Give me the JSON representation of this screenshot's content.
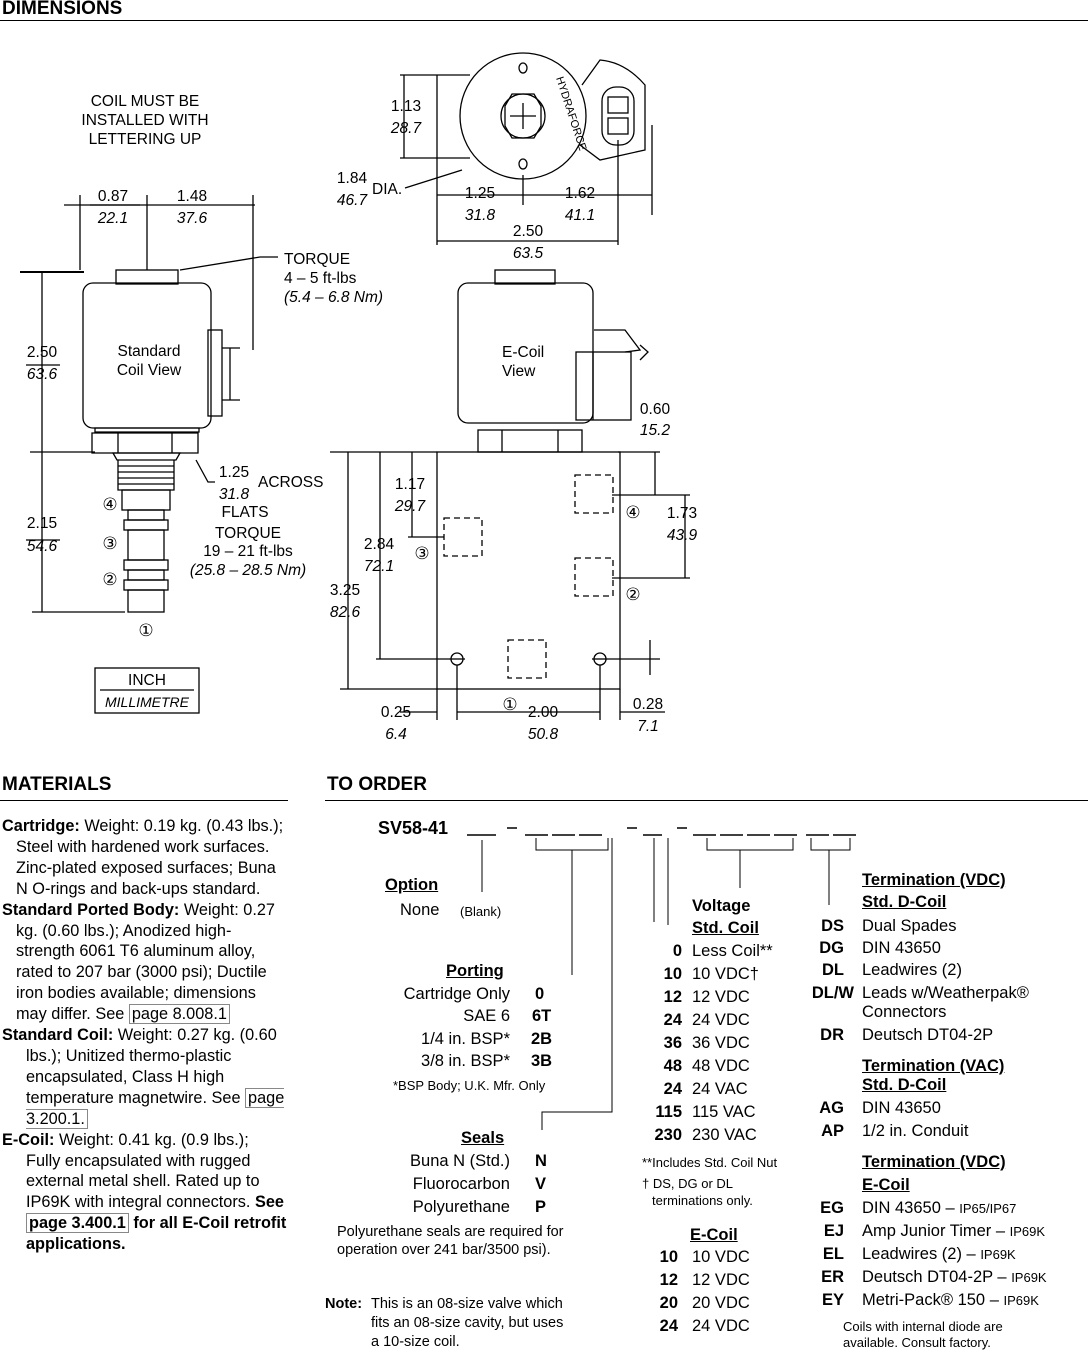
{
  "headers": {
    "dimensions": "DIMENSIONS",
    "materials": "MATERIALS",
    "to_order": "TO ORDER"
  },
  "drawing": {
    "coil_note": [
      "COIL MUST BE",
      "INSTALLED WITH",
      "LETTERING UP"
    ],
    "unit_inch": "INCH",
    "unit_mm": "MILLIMETRE",
    "std_view": [
      "Standard",
      "Coil View"
    ],
    "ecoil_view": [
      "E-Coil",
      "View"
    ],
    "torque_top": {
      "label": "TORQUE",
      "value": "4 – 5 ft-lbs",
      "metric": "(5.4 – 6.8 Nm)"
    },
    "across_flats": {
      "inch": "1.25",
      "mm": "31.8",
      "label1": "ACROSS",
      "label2": "FLATS"
    },
    "torque_bottom": {
      "label": "TORQUE",
      "value": "19 – 21 ft-lbs",
      "metric": "(25.8 – 28.5 Nm)"
    },
    "dia_label": "DIA.",
    "brand": "HYDRAFORCE",
    "ports": [
      "①",
      "②",
      "③",
      "④"
    ],
    "dims": {
      "d113": {
        "inch": "1.13",
        "mm": "28.7"
      },
      "d184": {
        "inch": "1.84",
        "mm": "46.7"
      },
      "d125": {
        "inch": "1.25",
        "mm": "31.8"
      },
      "d162": {
        "inch": "1.62",
        "mm": "41.1"
      },
      "d250top": {
        "inch": "2.50",
        "mm": "63.5"
      },
      "d087": {
        "inch": "0.87",
        "mm": "22.1"
      },
      "d148": {
        "inch": "1.48",
        "mm": "37.6"
      },
      "d250left": {
        "inch": "2.50",
        "mm": "63.6"
      },
      "d215": {
        "inch": "2.15",
        "mm": "54.6"
      },
      "d060": {
        "inch": "0.60",
        "mm": "15.2"
      },
      "d117": {
        "inch": "1.17",
        "mm": "29.7"
      },
      "d284": {
        "inch": "2.84",
        "mm": "72.1"
      },
      "d325": {
        "inch": "3.25",
        "mm": "82.6"
      },
      "d173": {
        "inch": "1.73",
        "mm": "43.9"
      },
      "d025": {
        "inch": "0.25",
        "mm": "6.4"
      },
      "d200": {
        "inch": "2.00",
        "mm": "50.8"
      },
      "d028": {
        "inch": "0.28",
        "mm": "7.1"
      }
    }
  },
  "materials": {
    "cartridge_label": "Cartridge:",
    "cartridge_text": "Weight: 0.19 kg. (0.43 lbs.); Steel with hardened work surfaces. Zinc-plated exposed surfaces; Buna N O-rings and back-ups standard.",
    "body_label": "Standard Ported Body:",
    "body_text": "Weight: 0.27 kg. (0.60 lbs.); Anodized high-strength 6061 T6 aluminum alloy, rated to 207 bar (3000 psi); Ductile iron bodies available; dimensions may differ.",
    "body_see": "See",
    "body_ref": "page 8.008.1",
    "coil_label": "Standard Coil:",
    "coil_text": "Weight: 0.27 kg. (0.60 lbs.); Unitized thermo-plastic encapsulated, Class H high temperature magnetwire.",
    "coil_see": "See",
    "coil_ref": "page 3.200.1.",
    "ecoil_label": "E-Coil:",
    "ecoil_text": "Weight: 0.41 kg. (0.9 lbs.); Fully encapsulated with rugged external metal shell. Rated up to IP69K with integral connectors.",
    "ecoil_see": "See",
    "ecoil_ref": "page 3.400.1",
    "ecoil_tail": "for all E-Coil retrofit applications."
  },
  "order": {
    "model": "SV58-41",
    "option": {
      "title": "Option",
      "none": "None",
      "blank": "(Blank)"
    },
    "porting": {
      "title": "Porting",
      "rows": [
        {
          "label": "Cartridge Only",
          "code": "0"
        },
        {
          "label": "SAE 6",
          "code": "6T"
        },
        {
          "label": "1/4 in. BSP*",
          "code": "2B"
        },
        {
          "label": "3/8 in. BSP*",
          "code": "3B"
        }
      ],
      "note": "*BSP Body; U.K. Mfr. Only"
    },
    "seals": {
      "title": "Seals",
      "rows": [
        {
          "label": "Buna N (Std.)",
          "code": "N"
        },
        {
          "label": "Fluorocarbon",
          "code": "V"
        },
        {
          "label": "Polyurethane",
          "code": "P"
        }
      ],
      "note1": "Polyurethane seals are required for",
      "note2": "operation over 241 bar/3500 psi)."
    },
    "note": {
      "label": "Note:",
      "l1": "This is an 08-size valve which",
      "l2": "fits an 08-size cavity, but uses",
      "l3": "a 10-size coil."
    },
    "voltage": {
      "title": "Voltage",
      "std_title": "Std. Coil",
      "std_rows": [
        {
          "code": "0",
          "label": "Less Coil**"
        },
        {
          "code": "10",
          "label": "10 VDC†"
        },
        {
          "code": "12",
          "label": "12 VDC"
        },
        {
          "code": "24",
          "label": "24 VDC"
        },
        {
          "code": "36",
          "label": "36 VDC"
        },
        {
          "code": "48",
          "label": "48 VDC"
        },
        {
          "code": "24",
          "label": "24 VAC"
        },
        {
          "code": "115",
          "label": "115 VAC"
        },
        {
          "code": "230",
          "label": "230 VAC"
        }
      ],
      "note1": "**Includes Std. Coil Nut",
      "note2": "† DS, DG or DL",
      "note3": "terminations only.",
      "ecoil_title": "E-Coil",
      "ecoil_rows": [
        {
          "code": "10",
          "label": "10 VDC"
        },
        {
          "code": "12",
          "label": "12 VDC"
        },
        {
          "code": "20",
          "label": "20 VDC"
        },
        {
          "code": "24",
          "label": "24 VDC"
        }
      ]
    },
    "termination": {
      "vdc_title": "Termination (VDC)",
      "std_title": "Std. D-Coil",
      "vdc_rows": [
        {
          "code": "DS",
          "label": "Dual Spades"
        },
        {
          "code": "DG",
          "label": "DIN 43650"
        },
        {
          "code": "DL",
          "label": "Leadwires (2)"
        },
        {
          "code": "DL/W",
          "label": "Leads w/Weatherpak®"
        },
        {
          "code": "",
          "label": "Connectors"
        },
        {
          "code": "DR",
          "label": "Deutsch DT04-2P"
        }
      ],
      "vac_title": "Termination (VAC)",
      "vac_std_title": "Std. D-Coil",
      "vac_rows": [
        {
          "code": "AG",
          "label": "DIN 43650"
        },
        {
          "code": "AP",
          "label": "1/2 in. Conduit"
        }
      ],
      "ecoil_vdc_title": "Termination (VDC)",
      "ecoil_title": "E-Coil",
      "ecoil_rows": [
        {
          "code": "EG",
          "label": "DIN 43650 – ",
          "rating": "IP65/IP67"
        },
        {
          "code": "EJ",
          "label": "Amp Junior Timer – ",
          "rating": "IP69K"
        },
        {
          "code": "EL",
          "label": "Leadwires (2) – ",
          "rating": "IP69K"
        },
        {
          "code": "ER",
          "label": "Deutsch DT04-2P – ",
          "rating": "IP69K"
        },
        {
          "code": "EY",
          "label": "Metri-Pack® 150 – ",
          "rating": "IP69K"
        }
      ],
      "footer1": "Coils with internal diode are",
      "footer2": "available. Consult factory."
    }
  }
}
